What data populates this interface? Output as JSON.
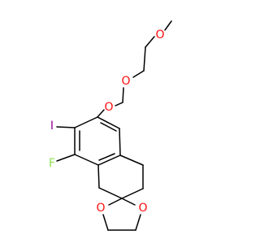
{
  "structure": {
    "atoms": {
      "o_methoxy": "O",
      "o_ether": "O",
      "o_aryl": "O",
      "iodine": "I",
      "fluorine": "F",
      "o_dioxolane_left": "O",
      "o_dioxolane_right": "O"
    }
  },
  "colors": {
    "bond": "#000000",
    "oxygen": "#ff0d0d",
    "iodine": "#940094",
    "fluorine": "#90e050"
  }
}
